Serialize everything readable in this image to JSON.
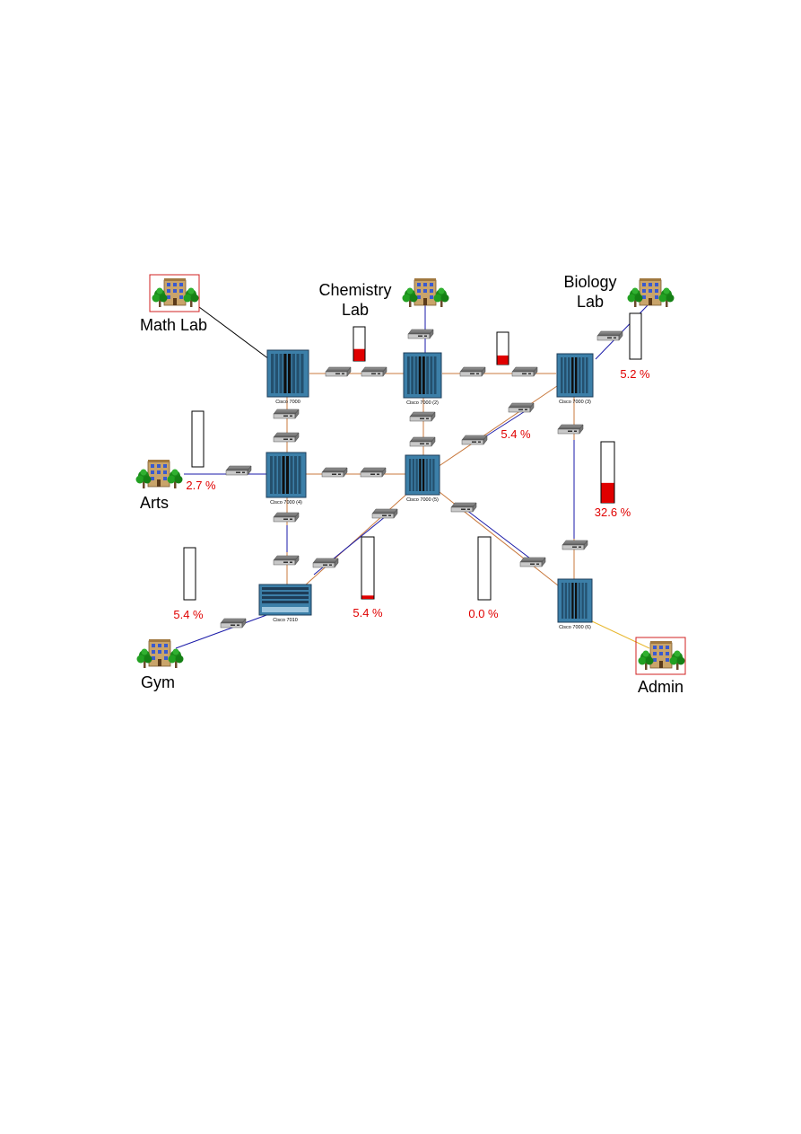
{
  "buildings": [
    {
      "id": "math",
      "label_lines": [
        "Math Lab"
      ],
      "highlighted": true
    },
    {
      "id": "chem",
      "label_lines": [
        "Chemistry",
        "Lab"
      ],
      "highlighted": false
    },
    {
      "id": "bio",
      "label_lines": [
        "Biology",
        "Lab"
      ],
      "highlighted": false
    },
    {
      "id": "arts",
      "label_lines": [
        "Arts"
      ],
      "highlighted": false
    },
    {
      "id": "gym",
      "label_lines": [
        "Gym"
      ],
      "highlighted": false
    },
    {
      "id": "admin",
      "label_lines": [
        "Admin"
      ],
      "highlighted": true
    }
  ],
  "routers": [
    {
      "id": "r1",
      "label": "Cisco 7000"
    },
    {
      "id": "r2",
      "label": "Cisco 7000 (2)"
    },
    {
      "id": "r3",
      "label": "Cisco 7000 (3)"
    },
    {
      "id": "r4",
      "label": "Cisco 7000 (4)"
    },
    {
      "id": "r5",
      "label": "Cisco 7000 (5)"
    },
    {
      "id": "r6",
      "label": "Cisco 7000 (6)"
    },
    {
      "id": "r7",
      "label": "Cisco 7010"
    }
  ],
  "utilization": [
    {
      "id": "u_chem",
      "level": 0.35,
      "text": ""
    },
    {
      "id": "u_r2r3",
      "level": 0.28,
      "text": ""
    },
    {
      "id": "u_bio",
      "level": 0.0,
      "text": "5.2 %"
    },
    {
      "id": "u_r3r5",
      "level": null,
      "text": "5.4 %"
    },
    {
      "id": "u_arts",
      "level": 0.0,
      "text": "2.7 %"
    },
    {
      "id": "u_r3r6",
      "level": 0.326,
      "text": "32.6 %"
    },
    {
      "id": "u_r4r7",
      "level": 0.0,
      "text": "5.4 %"
    },
    {
      "id": "u_r5r7",
      "level": 0.054,
      "text": "5.4 %"
    },
    {
      "id": "u_r5r6",
      "level": 0.0,
      "text": "0.0 %"
    }
  ],
  "colors": {
    "link_copper": "#c8783c",
    "link_blue": "#1a1aa8",
    "link_black": "#000000",
    "link_yellow": "#e8b830",
    "fill_red": "#e00000",
    "pct_red": "#e00000",
    "router_blue": "#3c7fa8"
  }
}
